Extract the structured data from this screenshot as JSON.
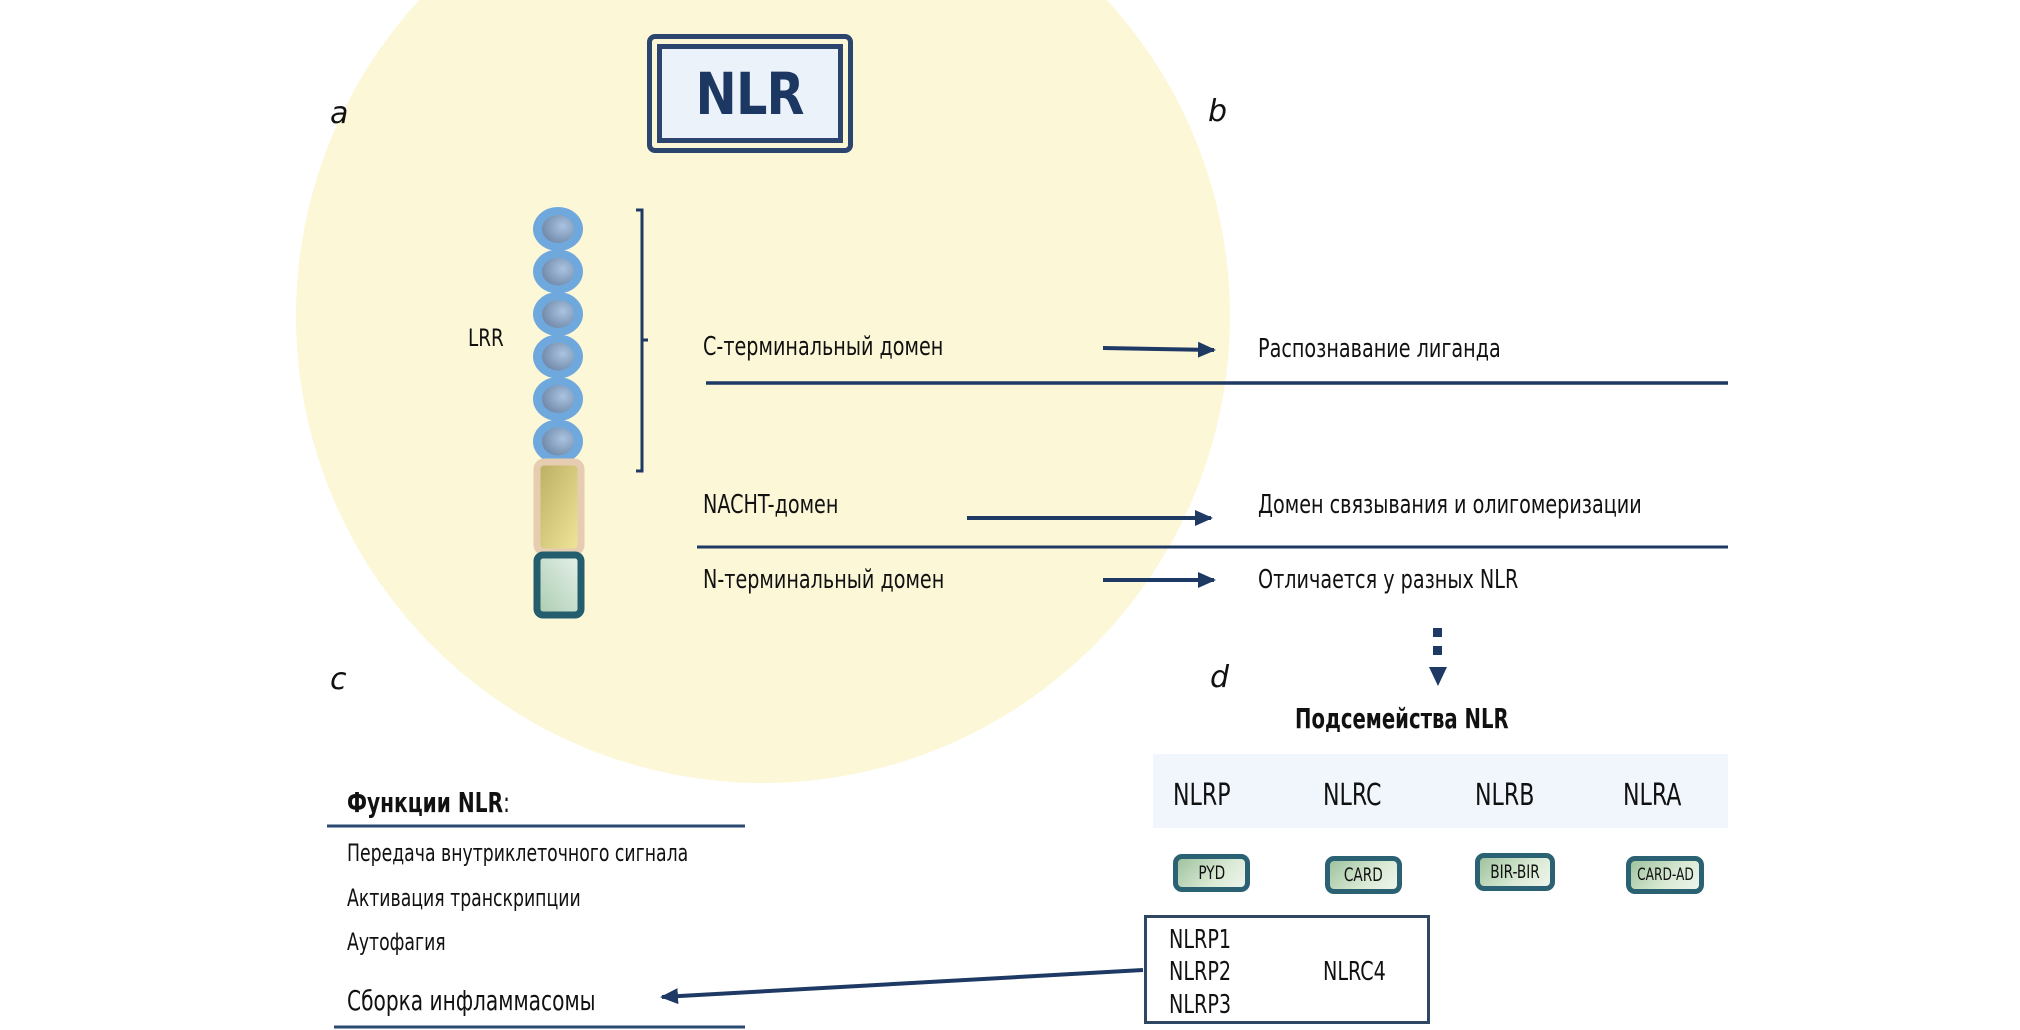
{
  "title": "NLR",
  "panel_letters": {
    "a": "a",
    "b": "b",
    "c": "c",
    "d": "d"
  },
  "structure": {
    "lrr_label": "LRR",
    "lrr_repeat_count": 6,
    "domains": [
      {
        "name": "C-терминальный домен",
        "function": "Распознавание лиганда"
      },
      {
        "name": "NACHT-домен",
        "function": "Домен связывания и олигомеризации"
      },
      {
        "name": "N-терминальный домен",
        "function": "Отличается у разных NLR"
      }
    ]
  },
  "functions": {
    "title": "Функции NLR",
    "title_suffix": ":",
    "items": [
      "Передача внутриклеточного сигнала",
      "Активация транскрипции",
      "Аутофагия",
      "Сборка инфламмасомы"
    ]
  },
  "subfamilies": {
    "title": "Подсемейства  NLR",
    "families": [
      {
        "name": "NLRP",
        "domain": "PYD"
      },
      {
        "name": "NLRC",
        "domain": "CARD"
      },
      {
        "name": "NLRB",
        "domain": "BIR-BIR"
      },
      {
        "name": "NLRA",
        "domain": "CARD-AD"
      }
    ],
    "inflammasome_members": {
      "nlrp": [
        "NLRP1",
        "NLRP2",
        "NLRP3"
      ],
      "nlrc": [
        "NLRC4"
      ]
    }
  },
  "colors": {
    "navy": "#1e3a64",
    "circle_bg": "#fcf7d7",
    "lrr_ring": "#6fa8dc",
    "nacht_fill": "#e3d98a",
    "nacht_border": "#e6ccb0",
    "nterm_border": "#245e6e",
    "domain_box_border": "#2a6273",
    "band": "#f1f5fc"
  }
}
